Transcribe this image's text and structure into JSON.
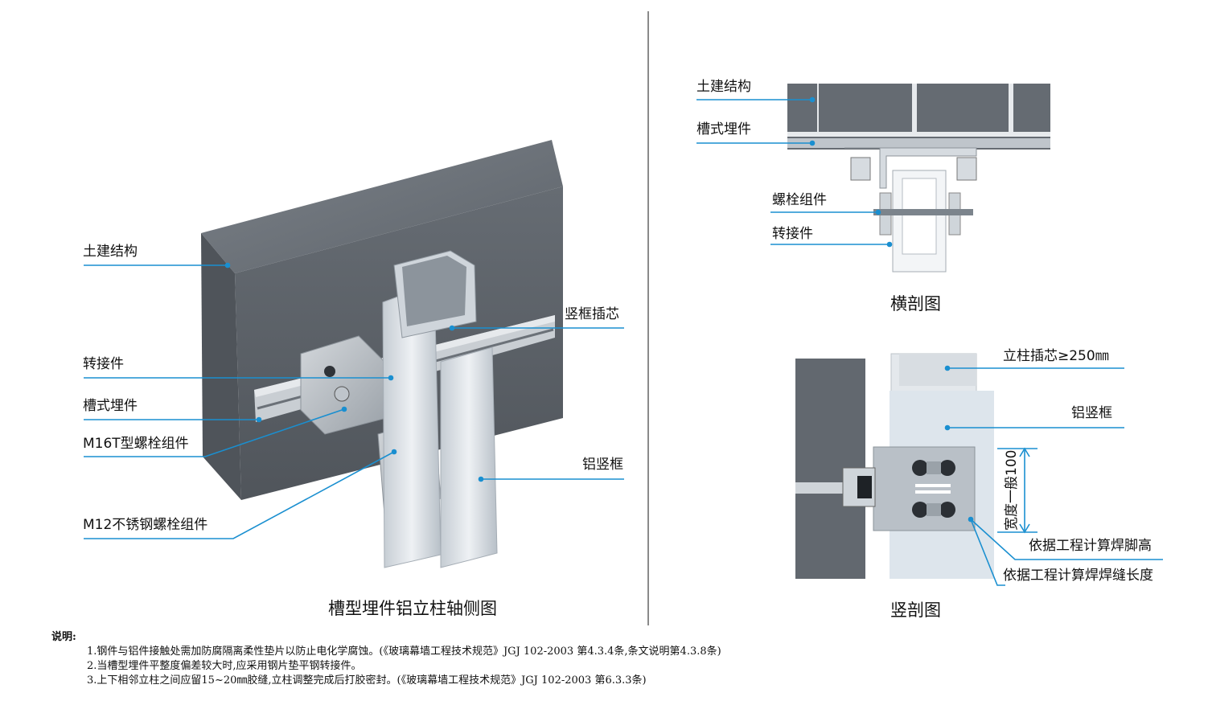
{
  "left_view": {
    "title": "槽型埋件铝立柱轴侧图",
    "labels": {
      "civil": "土建结构",
      "adapter": "转接件",
      "channel": "槽式埋件",
      "t_bolt": "M16T型螺栓组件",
      "ss_bolt": "M12不锈钢螺栓组件",
      "insert": "竖框插芯",
      "mullion": "铝竖框"
    }
  },
  "top_right_view": {
    "title": "横剖图",
    "labels": {
      "civil": "土建结构",
      "channel": "槽式埋件",
      "bolt": "螺栓组件",
      "adapter": "转接件"
    }
  },
  "bottom_right_view": {
    "title": "竖剖图",
    "labels": {
      "insert": "立柱插芯≥250㎜",
      "mullion": "铝竖框",
      "width": "宽度一般100",
      "weld_height": "依据工程计算焊脚高",
      "weld_length": "依据工程计算焊焊缝长度"
    }
  },
  "notes": {
    "heading": "说明:",
    "items": [
      "1.钢件与铝件接触处需加防腐隔离柔性垫片以防止电化学腐蚀。(《玻璃幕墙工程技术规范》JGJ 102-2003 第4.3.4条,条文说明第4.3.8条)",
      "2.当槽型埋件平整度偏差较大时,应采用钢片垫平钢转接件。",
      "3.上下相邻立柱之间应留15~20㎜胶缝,立柱调整完成后打胶密封。(《玻璃幕墙工程技术规范》JGJ 102-2003 第6.3.3条)"
    ]
  },
  "colors": {
    "leader": "#1a8fd0",
    "concrete": "#6f757c",
    "aluminum": "#d9dee3",
    "divider": "#8a8a8a"
  }
}
